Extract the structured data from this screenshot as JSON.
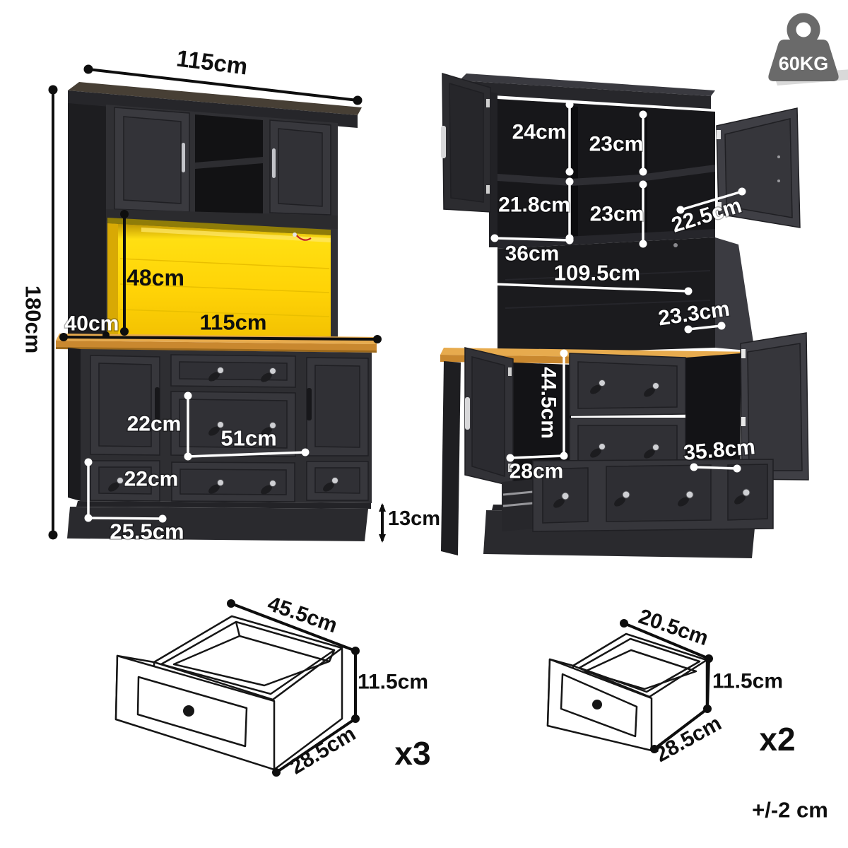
{
  "badge": {
    "weight": "60KG"
  },
  "note": {
    "tolerance": "+/-2 cm"
  },
  "front": {
    "top_width": "115cm",
    "height": "180cm",
    "led_opening_height": "48cm",
    "depth": "40cm",
    "counter_width": "115cm",
    "mid_drawer_height": "22cm",
    "mid_drawer_width": "51cm",
    "bottom_drawer_height": "22cm",
    "side_section_width": "25.5cm",
    "base_height": "13cm"
  },
  "open": {
    "top_left_height": "24cm",
    "top_mid_height": "23cm",
    "low_left_height": "21.8cm",
    "low_mid_height": "23cm",
    "right_depth": "22.5cm",
    "left_width": "36cm",
    "shelf_width": "109.5cm",
    "shelf_depth": "23.3cm",
    "cabinet_height": "44.5cm",
    "door_width": "35.8cm",
    "cabinet_width": "28cm"
  },
  "large_drawer": {
    "width": "45.5cm",
    "height": "11.5cm",
    "depth": "28.5cm",
    "qty": "x3"
  },
  "small_drawer": {
    "width": "20.5cm",
    "height": "11.5cm",
    "depth": "28.5cm",
    "qty": "x2"
  },
  "colors": {
    "cabinet": "#2f2f33",
    "cabinet_dark": "#17171a",
    "wood_top": "#e7ab4e",
    "wood_edge": "#c9882f",
    "led_yellow": "#ffd80a",
    "badge_gray": "#6a6a6a"
  }
}
